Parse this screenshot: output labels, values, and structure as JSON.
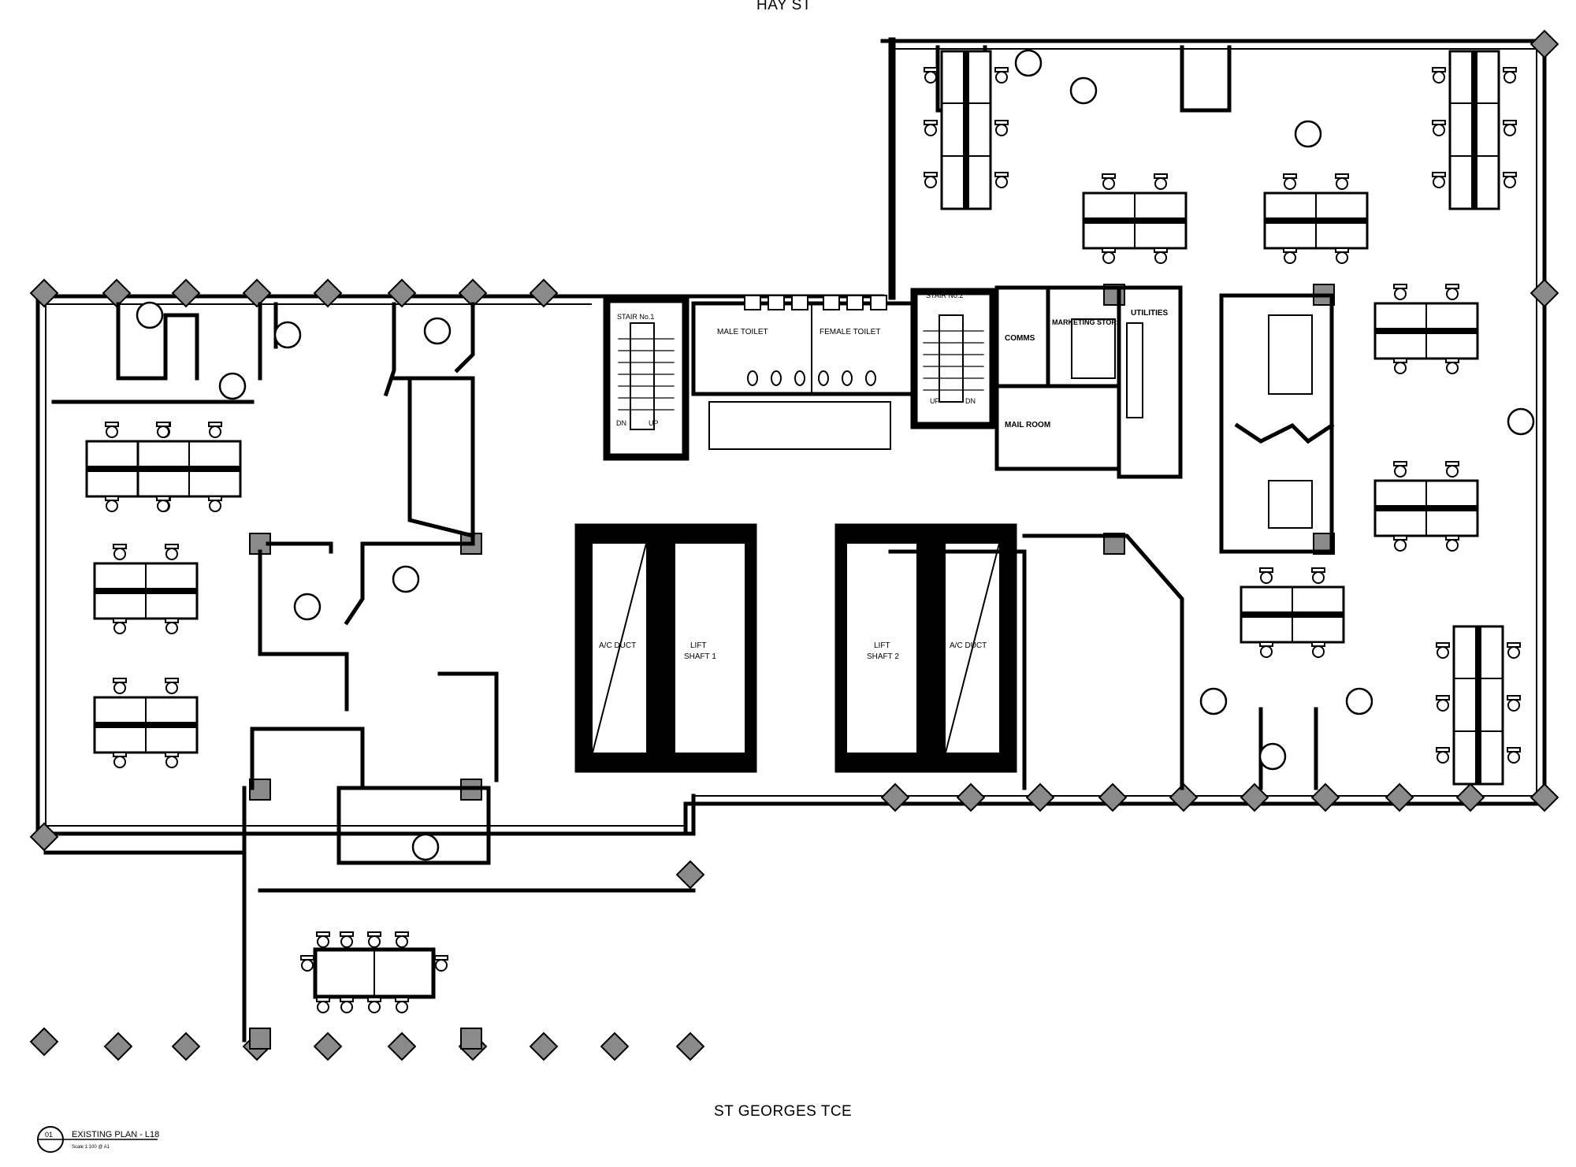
{
  "streets": {
    "north": "HAY ST",
    "south": "ST GEORGES TCE"
  },
  "rooms": {
    "stair1": "STAIR No.1",
    "stair2": "STAIR No.2",
    "male_toilet": "MALE TOILET",
    "female_toilet": "FEMALE TOILET",
    "comms": "COMMS",
    "marketing_store": "MARKETING STORE",
    "utilities": "UTILITIES",
    "mail_room": "MAIL ROOM",
    "ac_duct": "A/C DUCT",
    "lift_shaft_1_line1": "LIFT",
    "lift_shaft_1_line2": "SHAFT 1",
    "lift_shaft_2_line1": "LIFT",
    "lift_shaft_2_line2": "SHAFT 2",
    "stair_dn": "DN",
    "stair_up": "UP"
  },
  "title_block": {
    "number": "01",
    "title": "EXISTING PLAN - L18",
    "scale": "Scale 1:100 @ A1"
  }
}
